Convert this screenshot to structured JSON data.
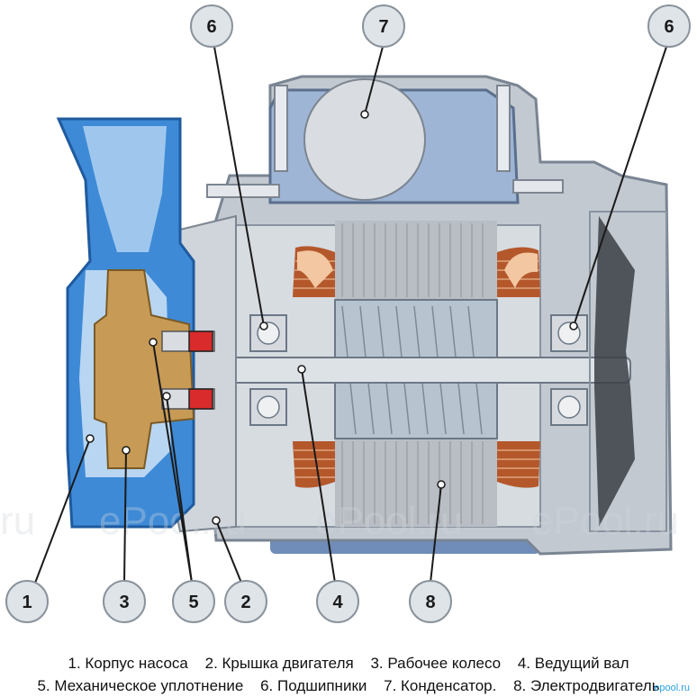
{
  "callouts": [
    {
      "num": "1",
      "name": "Корпус насоса"
    },
    {
      "num": "2",
      "name": "Крышка двигателя"
    },
    {
      "num": "3",
      "name": "Рабочее колесо"
    },
    {
      "num": "4",
      "name": "Ведущий вал"
    },
    {
      "num": "5",
      "name": "Механическое уплотнение"
    },
    {
      "num": "6",
      "name": "Подшипники"
    },
    {
      "num": "7",
      "name": "Конденсатор."
    },
    {
      "num": "8",
      "name": "Электродвигатель"
    }
  ],
  "legend_line_1": [
    "1. Корпус насоса",
    "2. Крышка двигателя",
    "3. Рабочее колесо",
    "4. Ведущий вал"
  ],
  "legend_line_2": [
    "5. Механическое уплотнение",
    "6. Подшипники",
    "7. Конденсатор.",
    "8. Электродвигатель"
  ],
  "watermark": "ePool.ru",
  "watermark_fragment": "ru",
  "corner_mark": "epool.ru",
  "colors": {
    "pump_body": "#3e8ad6",
    "motor_housing": "#c9cfd6",
    "stator_copper": "#b4582c",
    "impeller": "#c79a55",
    "seal": "#d92b2b",
    "callout_fill": "#dfe4e8"
  }
}
